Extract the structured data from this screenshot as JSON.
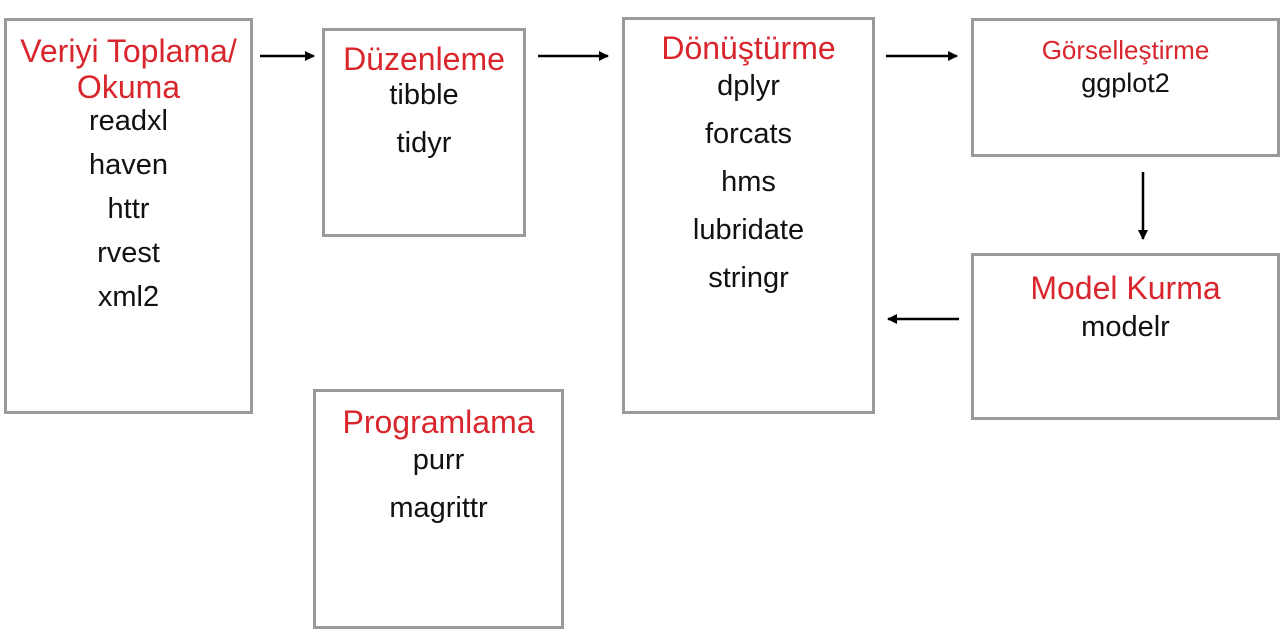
{
  "boxes": {
    "collect": {
      "title": "Veriyi Toplama/ Okuma",
      "items": [
        "readxl",
        "haven",
        "httr",
        "rvest",
        "xml2"
      ]
    },
    "tidy": {
      "title": "Düzenleme",
      "items": [
        "tibble",
        "tidyr"
      ]
    },
    "transform": {
      "title": "Dönüştürme",
      "items": [
        "dplyr",
        "forcats",
        "hms",
        "lubridate",
        "stringr"
      ]
    },
    "visualize": {
      "title": "Görselleştirme",
      "items": [
        "ggplot2"
      ]
    },
    "model": {
      "title": "Model Kurma",
      "items": [
        "modelr"
      ]
    },
    "program": {
      "title": "Programlama",
      "items": [
        "purr",
        "magrittr"
      ]
    }
  },
  "colors": {
    "title": "#d9262c",
    "text": "#111111",
    "border": "#9a9a9a",
    "arrow": "#000000"
  }
}
